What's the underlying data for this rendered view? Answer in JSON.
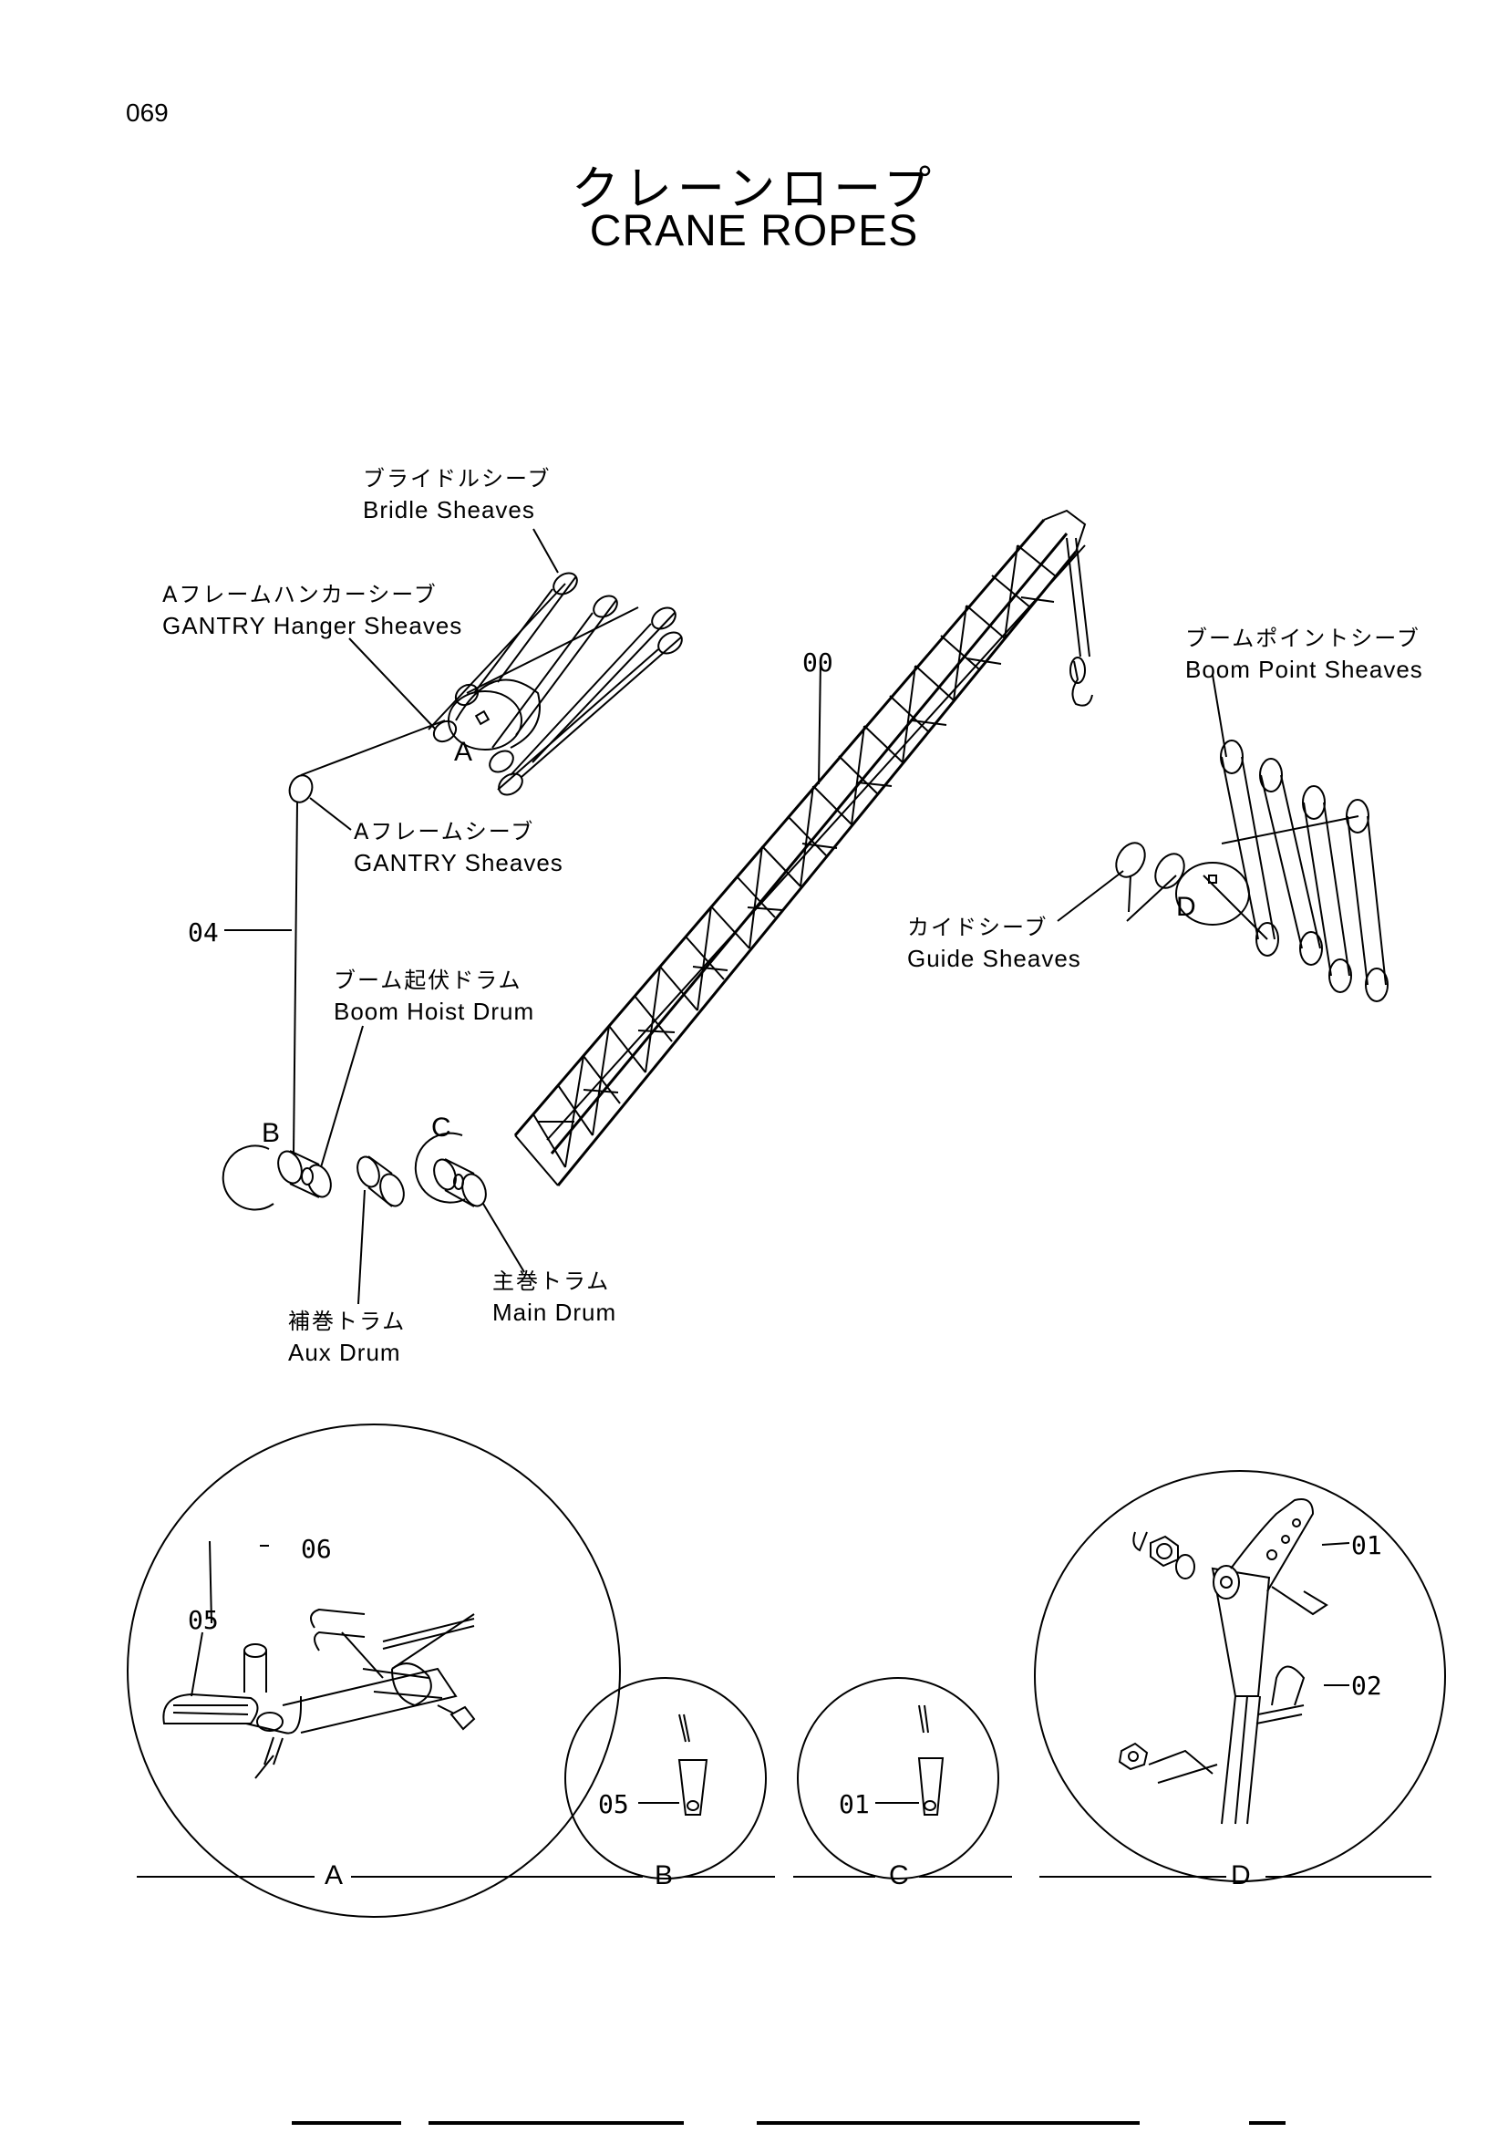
{
  "page_number": "069",
  "title": {
    "jp": "クレーンロープ",
    "en": "CRANE   ROPES"
  },
  "labels": {
    "bridle_sheaves": {
      "jp": "ブライドルシーブ",
      "en": "Bridle Sheaves"
    },
    "gantry_hanger_sheaves": {
      "jp": "Aフレームハンカーシーブ",
      "en": "GANTRY Hanger Sheaves"
    },
    "gantry_sheaves": {
      "jp": "Aフレームシーブ",
      "en": "GANTRY Sheaves"
    },
    "boom_hoist_drum": {
      "jp": "ブーム起伏ドラム",
      "en": "Boom Hoist Drum"
    },
    "aux_drum": {
      "jp": "補巻トラム",
      "en": "Aux Drum"
    },
    "main_drum": {
      "jp": "主巻トラム",
      "en": "Main Drum"
    },
    "boom_point_sheaves": {
      "jp": "ブームポイントシーブ",
      "en": "Boom Point Sheaves"
    },
    "guide_sheaves": {
      "jp": "カイドシーブ",
      "en": "Guide Sheaves"
    }
  },
  "part_codes": {
    "boom": "00",
    "rope_04": "04",
    "detail_a_05": "05",
    "detail_a_06": "06",
    "detail_b_05": "05",
    "detail_c_01": "01",
    "detail_d_01": "01",
    "detail_d_02": "02"
  },
  "view_markers": {
    "a": "A",
    "b": "B",
    "c": "C",
    "d": "D"
  },
  "details": [
    {
      "letter": "A"
    },
    {
      "letter": "B"
    },
    {
      "letter": "C"
    },
    {
      "letter": "D"
    }
  ]
}
